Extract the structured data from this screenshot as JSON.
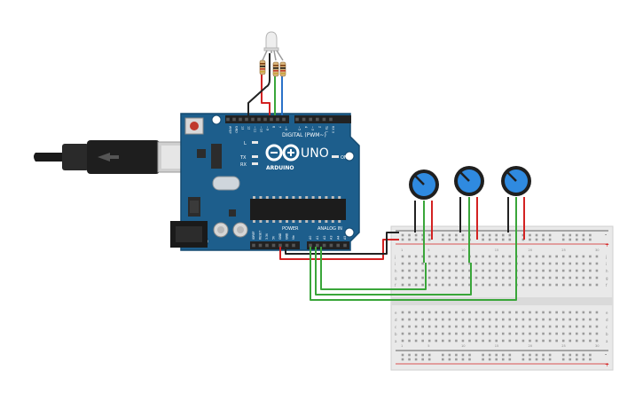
{
  "board": {
    "logo_text": "ARDUINO",
    "model": "UNO",
    "digital_label": "DIGITAL (PWM~)",
    "power_label": "POWER",
    "analog_label": "ANALOG IN",
    "on_label": "ON",
    "tx_label": "TX",
    "rx_label": "RX",
    "l_label": "L",
    "digital_pins": [
      "AREF",
      "GND",
      "13",
      "12",
      "~11",
      "~10",
      "~9",
      "8",
      "7",
      "~6",
      "~5",
      "4",
      "~3",
      "2",
      "TX 1",
      "RX 0"
    ],
    "power_pins": [
      "IOREF",
      "RESET",
      "3.3V",
      "5V",
      "GND",
      "GND",
      "Vin"
    ],
    "analog_pins": [
      "A0",
      "A1",
      "A2",
      "A3",
      "A4",
      "A5"
    ]
  },
  "breadboard": {
    "rail_plus": "+",
    "rail_minus": "-",
    "row_letters_top": [
      "j",
      "i",
      "h",
      "g",
      "f"
    ],
    "row_letters_bottom": [
      "e",
      "d",
      "c",
      "b",
      "a"
    ],
    "column_numbers": [
      "1",
      "",
      "",
      "",
      "5",
      "",
      "",
      "",
      "",
      "10",
      "",
      "",
      "",
      "",
      "15",
      "",
      "",
      "",
      "",
      "20",
      "",
      "",
      "",
      "",
      "25",
      "",
      "",
      "",
      "",
      "30"
    ]
  },
  "colors": {
    "board": "#1d5e8c",
    "wire_red": "#d32222",
    "wire_black": "#222222",
    "wire_green": "#3aa63a",
    "wire_blue": "#2a72c9",
    "pot_blue": "#2f8ae0"
  },
  "icons": [
    "usb-cable-icon",
    "rgb-led-icon",
    "resistor-icon",
    "potentiometer-icon",
    "dc-jack-icon",
    "capacitor-icon",
    "chip-icon"
  ]
}
